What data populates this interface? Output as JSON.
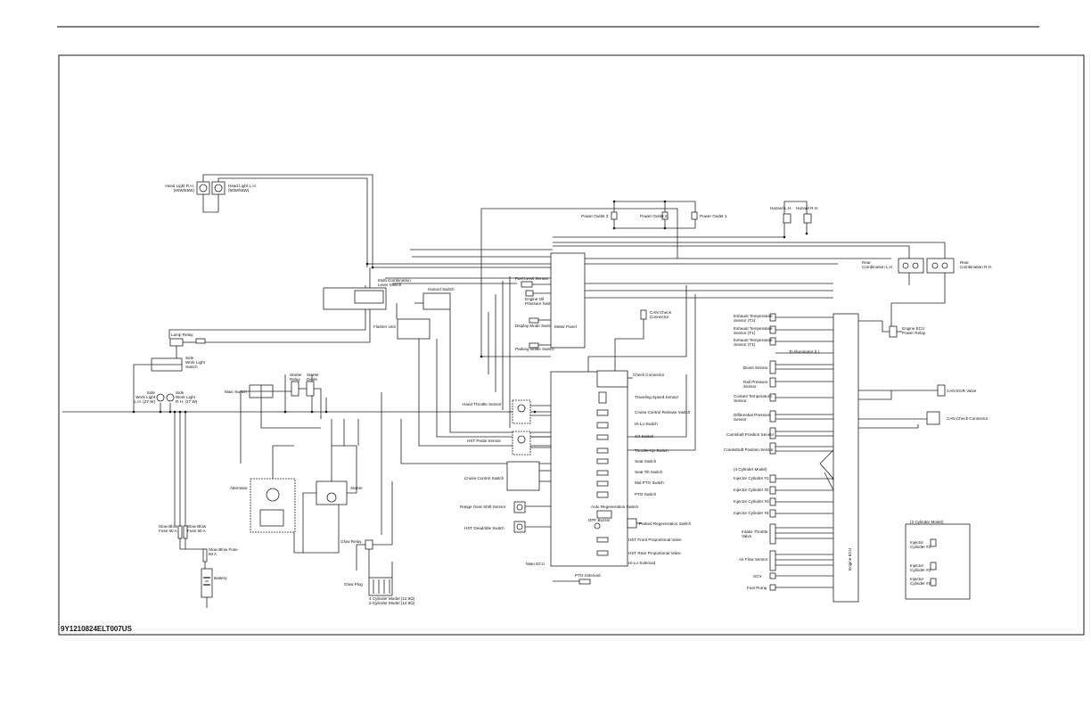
{
  "diagram_code": "9Y1210824ELT007US",
  "left": {
    "head_light_rh": [
      "Head Light R.H.",
      "(60W/55W)"
    ],
    "head_light_lh": [
      "Head Light L.H.",
      "(60W/55W)"
    ],
    "lamp_relay": "Lamp Relay",
    "side_work_light_switch": [
      "Side",
      "Work Light",
      "Switch"
    ],
    "side_work_light_lh": [
      "Side",
      "Work Light",
      "L.H. (27 W)"
    ],
    "side_work_light_rh": [
      "Side",
      "Work Light",
      "R.H. (27 W)"
    ],
    "main_switch": "Main Switch",
    "starter_relay": [
      "Starter",
      "Relay"
    ],
    "starter_diode": [
      "Starter",
      "Diode"
    ],
    "alternator": "Alternator",
    "starter": "Starter",
    "slow_blow_fuse_50a": [
      "Slow Blow",
      "Fuse 50 A"
    ],
    "slow_blow_fuse_50a_b": [
      "Slow Blow",
      "Fuse 50 A"
    ],
    "slow_blow_fuse_60a": [
      "Slow Blow Fuse",
      "60 A"
    ],
    "battery": "Battery",
    "glow_relay": "Glow Relay",
    "glow_plug": "Glow Plug",
    "glow_plug_note": [
      "4 Cylinder Model (12.9Ω)",
      "3 Cylinder Model (12.9Ω)"
    ]
  },
  "center": {
    "multi_combination_lever_switch": [
      "Multi Combination",
      "Lever Switch"
    ],
    "hazard_switch": "Hazard Switch",
    "flasher_unit": "Flasher Unit",
    "power_outlet_3": "Power Outlet 3",
    "power_outlet_2": "Power Outlet 2",
    "power_outlet_1": "Power Outlet 1",
    "fuel_level_sensor": "Fuel Level Sensor",
    "engine_oil_pressure_switch": [
      "Engine Oil",
      "Pressure Switch"
    ],
    "display_mode_switch": "Display Mode Switch",
    "parking_brake_switch": "Parking Brake Switch",
    "meter_panel": "Meter Panel",
    "can_check_connector": [
      "CAN Check",
      "Connector"
    ],
    "check_connector": "Check Connector",
    "traveling_speed_sensor": "Traveling Speed Sensor",
    "cruise_control_release_switch": "Cruise Control Release Switch",
    "hi_lo_switch": "Hi-Lo Switch",
    "fourwd_switch": "4/4 Switch",
    "throttle_up_switch": "Throttle-Up Switch",
    "seat_switch": "Seat Switch",
    "seat_tilt_switch": "Seat Tilt Switch",
    "mid_pto_switch": "Mid PTO Switch",
    "pto_switch": "PTO Switch",
    "auto_regeneration_switch": "Auto Regeneration Switch",
    "dpf_buzzer": "DPF Buzzer",
    "parked_regeneration_switch": "Parked Regeneration Switch",
    "hst_front_proportional_valve": "HST Front Proportional Valve",
    "hst_rear_proportional_valve": "HST Rear Proportional Valve",
    "hi_lo_solenoid": "Hi-Lo Solenoid",
    "pto_solenoid": "PTO Solenoid",
    "main_ecu": "Main ECU",
    "hand_throttle_sensor": "Hand Throttle Sensor",
    "hst_pedal_sensor": "HST Pedal Sensor",
    "cruise_control_switch": "Cruise Control Switch",
    "range_gear_shift_sensor": "Range Gear Shift Sensor",
    "hst_dead_idle_switch": "HST Dead/Idle Switch"
  },
  "right": {
    "hazard_lh": "Hazard L.H.",
    "hazard_rh": "Hazard R.H.",
    "rear_combination_lh": [
      "Rear",
      "Combination L.H."
    ],
    "rear_combination_rh": [
      "Rear",
      "Combination R.H."
    ],
    "exhaust_temp_t2": [
      "Exhaust Temperature",
      "Sensor (T2)"
    ],
    "exhaust_temp_t1": [
      "Exhaust Temperature",
      "Sensor (T1)"
    ],
    "exhaust_temp_t0": [
      "Exhaust Temperature",
      "Sensor (T1)"
    ],
    "to_illuminator": "To Illuminator (L)",
    "boost_sensor": "Boost Sensor",
    "rail_pressure_sensor": [
      "Rail Pressure",
      "Sensor"
    ],
    "coolant_temp_sensor": [
      "Coolant Temperature",
      "Sensor"
    ],
    "differential_pressure_sensor": [
      "Differential Pressure",
      "Sensor"
    ],
    "camshaft_position_sensor": "Camshaft Position Sensor",
    "crankshaft_position_sensor": "Crankshaft Position Sensor",
    "four_cylinder_model": "(4 Cylinder Model)",
    "injector_1": "Injector Cylinder #1",
    "injector_2": "Injector Cylinder #2",
    "injector_3": "Injector Cylinder #3",
    "injector_4": "Injector Cylinder #4",
    "intake_throttle_valve": [
      "Intake Throttle",
      "Valve"
    ],
    "air_flow_sensor": "Air Flow Sensor",
    "scv": "SCV",
    "fuel_pump": "Fuel Pump",
    "engine_ecu": "Engine ECU",
    "engine_ecu_power_relay": [
      "Engine ECU",
      "Power Relay"
    ],
    "can_egr_valve": "CAN EGR Valve",
    "can_check_connector_right": "CAN Check Connector",
    "three_cylinder_model": "(3 Cylinder Model)",
    "inj3_1": [
      "Injector",
      "Cylinder #1"
    ],
    "inj3_2": [
      "Injector",
      "Cylinder #2"
    ],
    "inj3_3": [
      "Injector",
      "Cylinder #3"
    ]
  }
}
